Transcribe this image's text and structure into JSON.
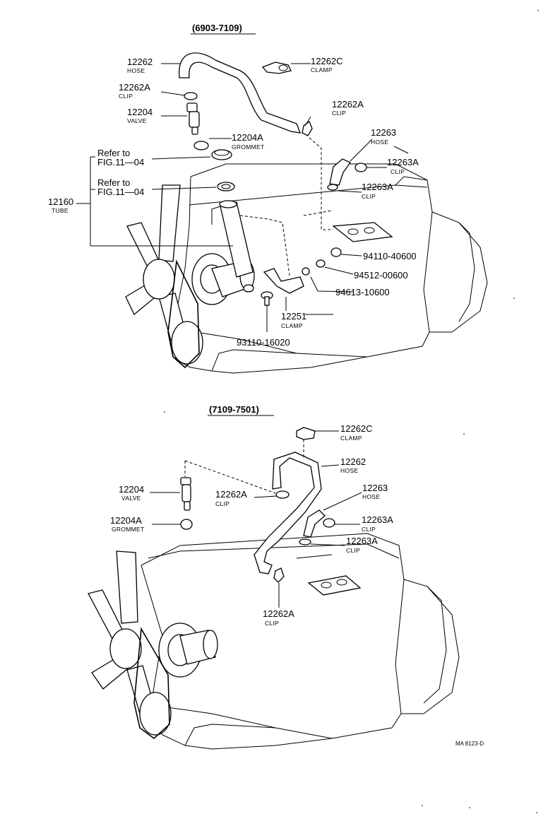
{
  "sections": [
    {
      "range": "(6903-7109)"
    },
    {
      "range": "(7109-7501)"
    }
  ],
  "top": {
    "hose_12262": {
      "num": "12262",
      "name": "HOSE"
    },
    "clamp_12262c": {
      "num": "12262C",
      "name": "CLAMP"
    },
    "clip_12262a_left": {
      "num": "12262A",
      "name": "CLIP"
    },
    "clip_12262a_right": {
      "num": "12262A",
      "name": "CLIP"
    },
    "valve_12204": {
      "num": "12204",
      "name": "VALVE"
    },
    "grommet_12204a": {
      "num": "12204A",
      "name": "GROMMET"
    },
    "hose_12263": {
      "num": "12263",
      "name": "HOSE"
    },
    "clip_12263a_1": {
      "num": "12263A",
      "name": "CLIP"
    },
    "clip_12263a_2": {
      "num": "12263A",
      "name": "CLIP"
    },
    "refer_1": {
      "line1": "Refer  to",
      "line2": "FIG.11—04"
    },
    "refer_2": {
      "line1": "Refer  to",
      "line2": "FIG.11—04"
    },
    "tube_12160": {
      "num": "12160",
      "name": "TUBE"
    },
    "part_94110": {
      "num": "94110-40600"
    },
    "part_94512": {
      "num": "94512-00600"
    },
    "part_94613": {
      "num": "94613-10600"
    },
    "clamp_12251": {
      "num": "12251",
      "name": "CLAMP"
    },
    "part_93110": {
      "num": "93110-16020"
    }
  },
  "bottom": {
    "clamp_12262c": {
      "num": "12262C",
      "name": "CLAMP"
    },
    "hose_12262": {
      "num": "12262",
      "name": "HOSE"
    },
    "valve_12204": {
      "num": "12204",
      "name": "VALVE"
    },
    "clip_12262a_upper": {
      "num": "12262A",
      "name": "CLIP"
    },
    "hose_12263": {
      "num": "12263",
      "name": "HOSE"
    },
    "clip_12263a_1": {
      "num": "12263A",
      "name": "CLIP"
    },
    "grommet_12204a": {
      "num": "12204A",
      "name": "GROMMET"
    },
    "clip_12263a_2": {
      "num": "12263A",
      "name": "CLIP"
    },
    "clip_12262a_lower": {
      "num": "12262A",
      "name": "CLIP"
    }
  },
  "footer": {
    "code": "MA 8123-D"
  }
}
